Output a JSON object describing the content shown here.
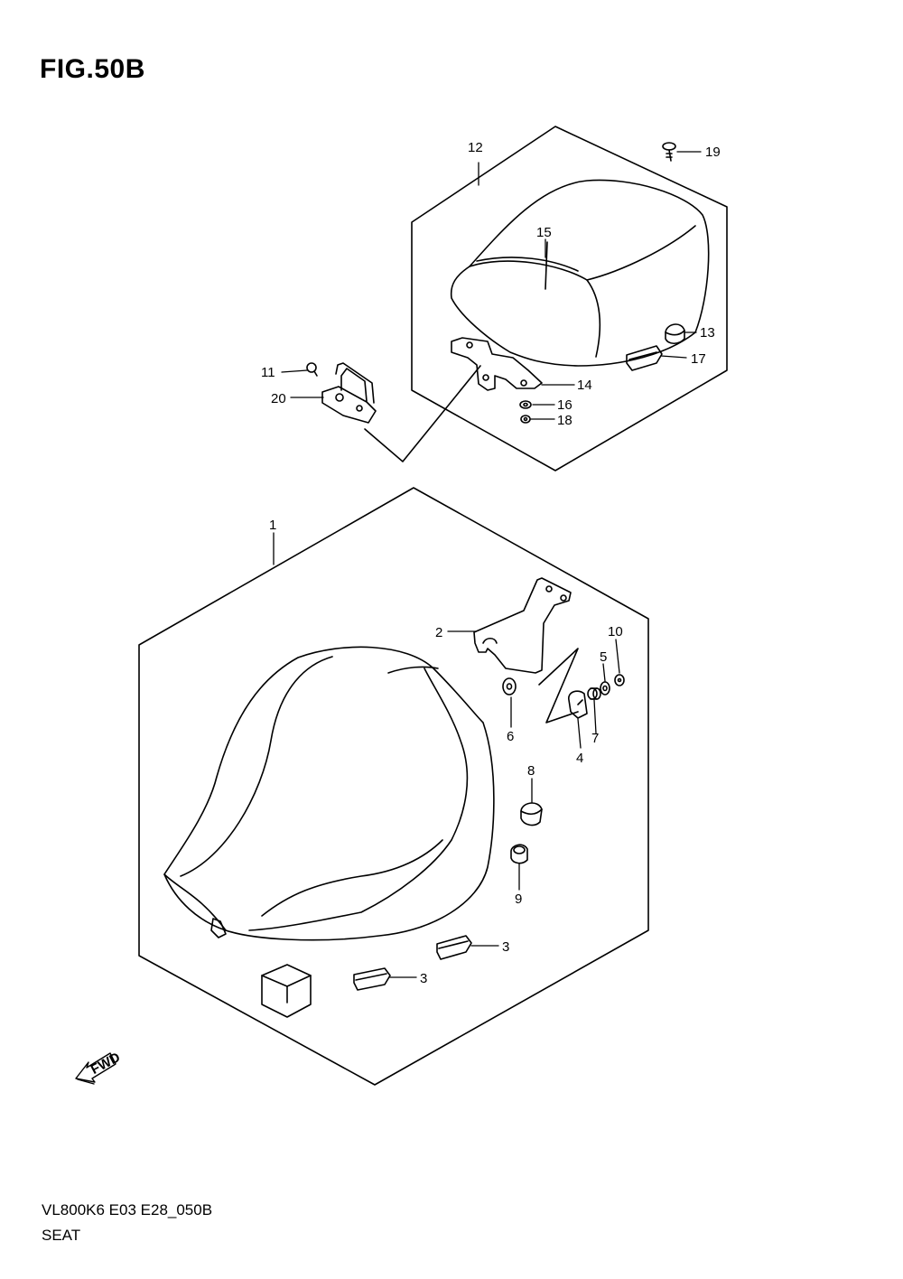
{
  "figure": {
    "title": "FIG.50B"
  },
  "fwd_label": "FWD",
  "footer": {
    "code": "VL800K6 E03 E28_050B",
    "name": "SEAT"
  },
  "callouts": {
    "c1": "1",
    "c2": "2",
    "c3a": "3",
    "c3b": "3",
    "c4": "4",
    "c5": "5",
    "c6": "6",
    "c7": "7",
    "c8": "8",
    "c9": "9",
    "c10": "10",
    "c11": "11",
    "c12": "12",
    "c13": "13",
    "c14": "14",
    "c15": "15",
    "c16": "16",
    "c17": "17",
    "c18": "18",
    "c19": "19",
    "c20": "20"
  }
}
